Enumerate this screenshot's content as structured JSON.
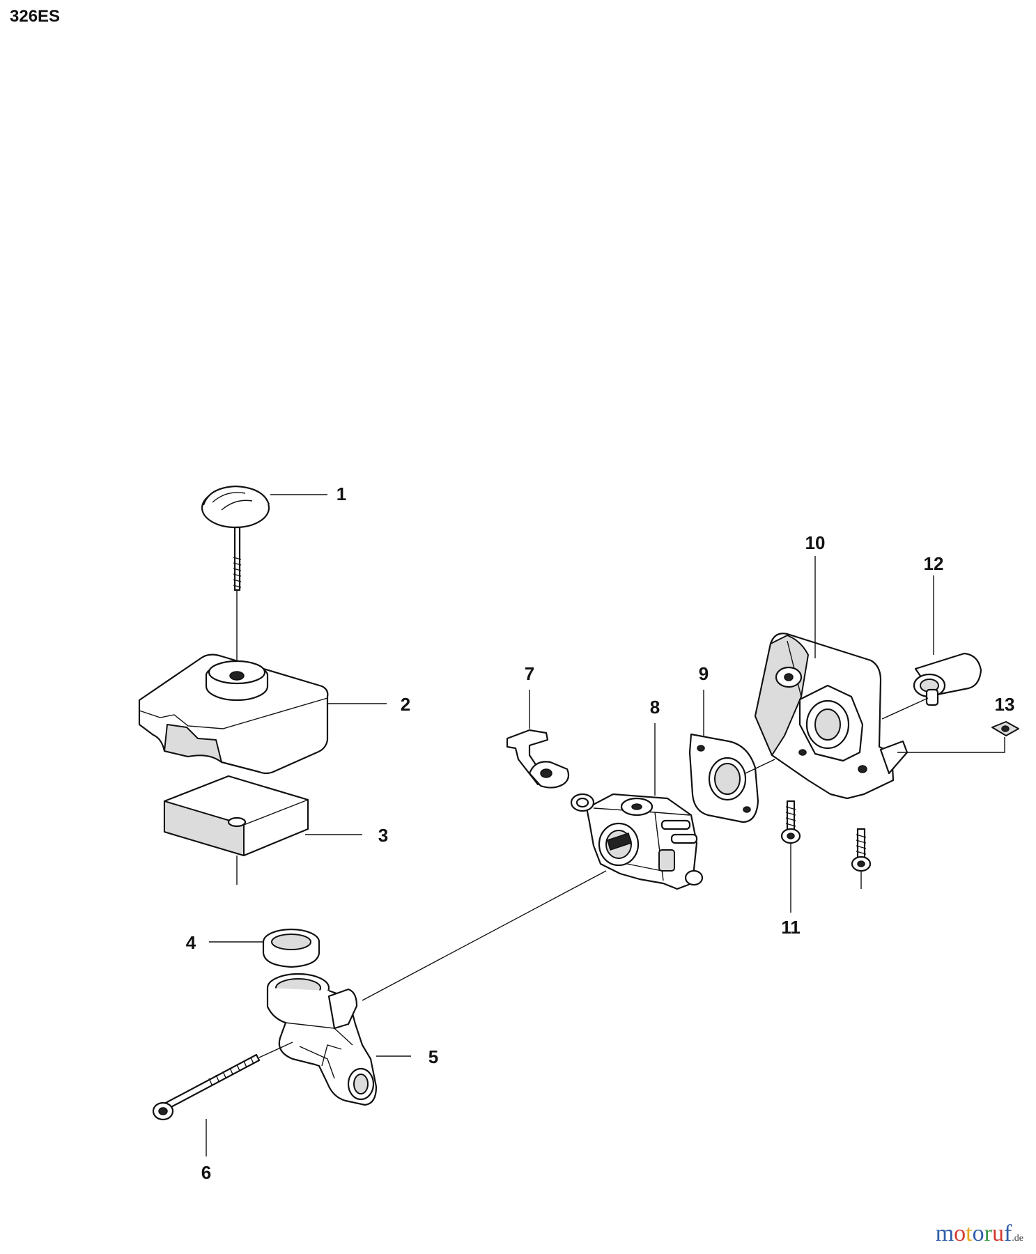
{
  "model": "326ES",
  "callouts": [
    "1",
    "2",
    "3",
    "4",
    "5",
    "6",
    "7",
    "8",
    "9",
    "10",
    "11",
    "12",
    "13"
  ],
  "watermark": {
    "letters": [
      {
        "ch": "m",
        "color": "#2f5fa8"
      },
      {
        "ch": "o",
        "color": "#d23b2f"
      },
      {
        "ch": "t",
        "color": "#e7a823"
      },
      {
        "ch": "o",
        "color": "#2f5fa8"
      },
      {
        "ch": "r",
        "color": "#3a9a46"
      },
      {
        "ch": "u",
        "color": "#d23b2f"
      },
      {
        "ch": "f",
        "color": "#2f5fa8"
      }
    ],
    "suffix": ".de"
  }
}
